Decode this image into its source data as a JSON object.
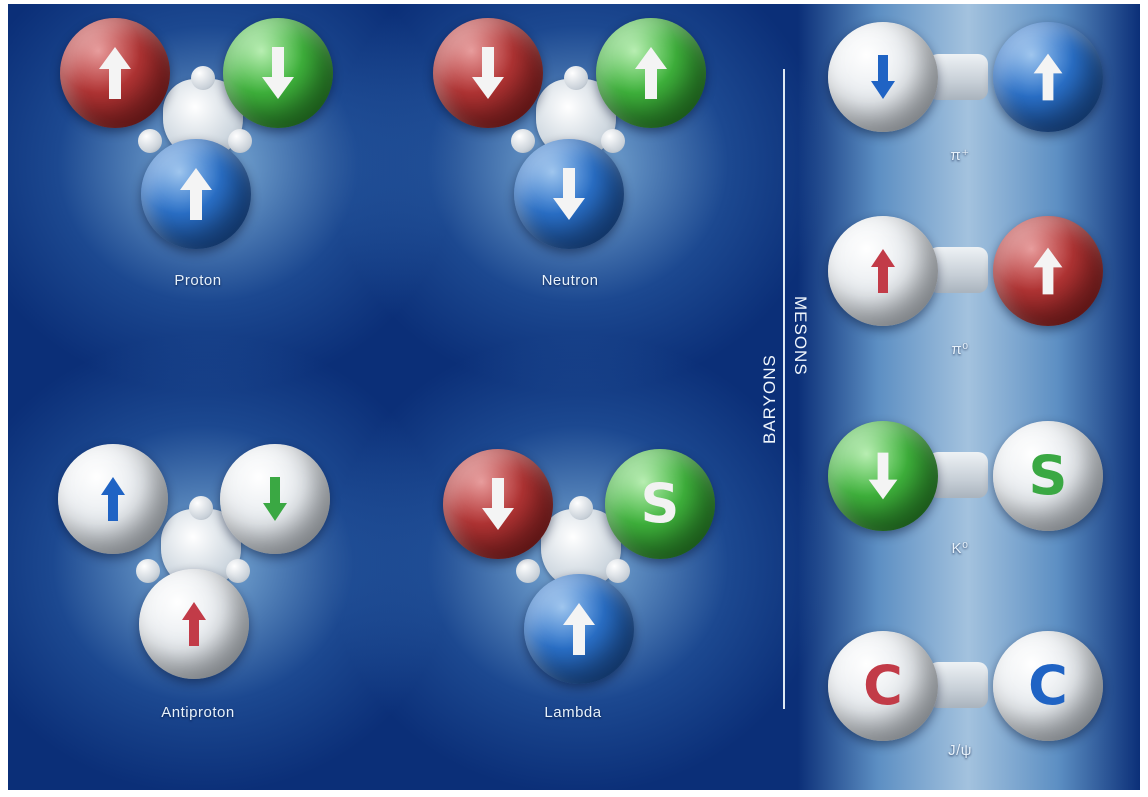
{
  "baryons": [
    {
      "name": "Proton"
    },
    {
      "name": "Neutron"
    },
    {
      "name": "Antiproton"
    },
    {
      "name": "Lambda"
    }
  ],
  "mesons": [
    {
      "name": "π⁺"
    },
    {
      "name": "π⁰"
    },
    {
      "name": "K⁰"
    },
    {
      "name": "J/ψ"
    }
  ],
  "divider_labels": {
    "left": "BARYONS",
    "right": "MESONS"
  },
  "symbols": {
    "strange": "S",
    "charm": "C"
  },
  "colors": {
    "background": "#0b2f78",
    "red_quark": "#b23434",
    "green_quark": "#3fb33c",
    "blue_quark": "#2a70c8",
    "antiquark": "#e6eaee",
    "red_mark": "#c23b48",
    "green_mark": "#3aa843",
    "blue_mark": "#1f63c4"
  }
}
